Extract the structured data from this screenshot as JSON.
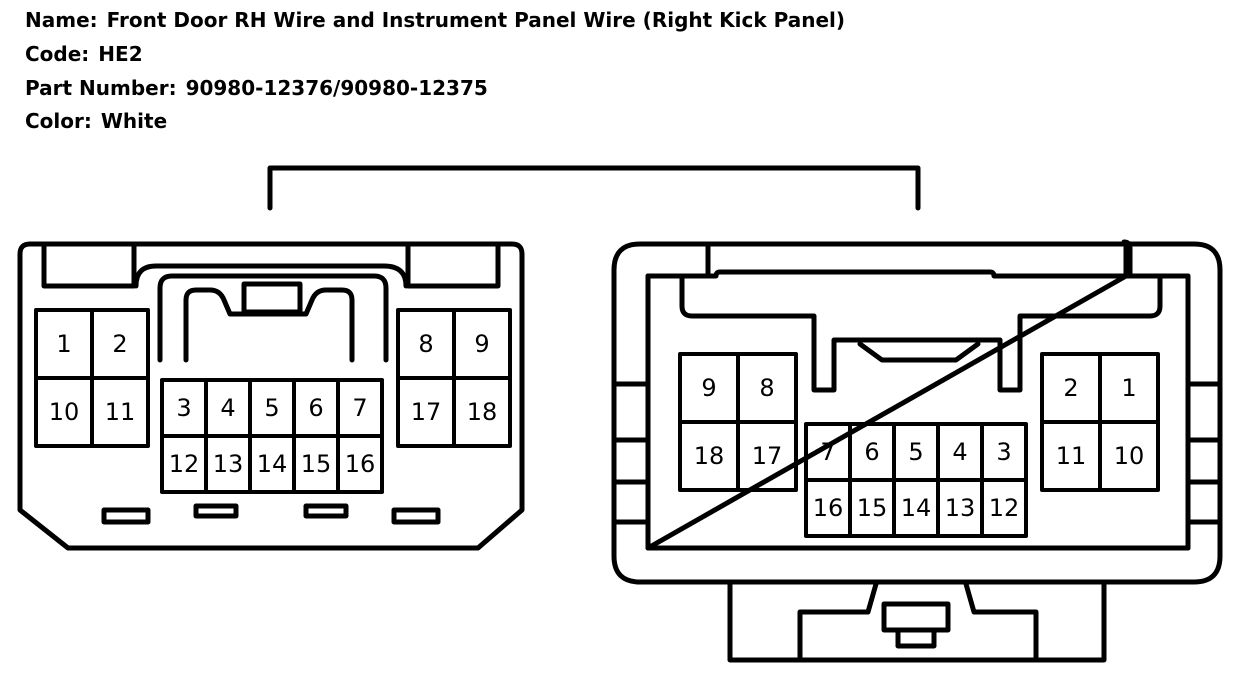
{
  "header": {
    "name_label": "Name:",
    "name_value": "Front Door RH Wire and Instrument Panel Wire (Right Kick Panel)",
    "code_label": "Code:",
    "code_value": "HE2",
    "part_label": "Part Number:",
    "part_value": "90980-12376/90980-12375",
    "color_label": "Color:",
    "color_value": "White"
  },
  "connectors": {
    "left": {
      "pins": [
        "1",
        "2",
        "10",
        "11",
        "3",
        "4",
        "5",
        "6",
        "7",
        "12",
        "13",
        "14",
        "15",
        "16",
        "8",
        "9",
        "17",
        "18"
      ]
    },
    "right": {
      "pins": [
        "9",
        "8",
        "18",
        "17",
        "7",
        "6",
        "5",
        "4",
        "3",
        "16",
        "15",
        "14",
        "13",
        "12",
        "2",
        "1",
        "11",
        "10"
      ]
    }
  }
}
